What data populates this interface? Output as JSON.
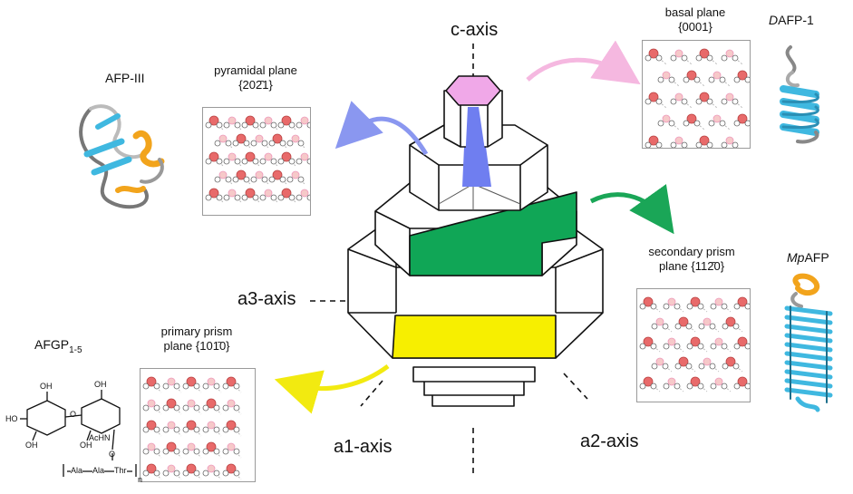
{
  "axes": {
    "c": "c-axis",
    "a1": "a1-axis",
    "a2": "a2-axis",
    "a3": "a3-axis"
  },
  "planes": {
    "basal": {
      "name": "basal plane",
      "index": "{0001}"
    },
    "pyramidal": {
      "name": "pyramidal plane",
      "index": "{202̄1}"
    },
    "secondary": {
      "name": "secondary prism",
      "name2": "plane",
      "index": "{112̄0}"
    },
    "primary": {
      "name": "primary prism",
      "name2": "plane",
      "index": "{101̄0}"
    }
  },
  "proteins": {
    "afp3": "AFP-III",
    "dafp_italic": "D",
    "dafp_rest": "AFP-1",
    "mpafp_italic": "Mp",
    "mpafp_rest": "AFP",
    "afgp_base": "AFGP",
    "afgp_sub": "1-5"
  },
  "afgp_structure": {
    "oh": "OH",
    "ho": "HO",
    "achn": "AcHN",
    "o": "O",
    "ala1": "Ala",
    "ala2": "Ala",
    "thr": "Thr",
    "n": "n"
  },
  "colors": {
    "basal_face": "#f0a8e8",
    "pyramidal_face": "#6f7ef0",
    "secondary_face": "#10a656",
    "primary_face": "#f7ef00",
    "arrow_pink": "#f5b8e0",
    "arrow_blue": "#8a97f0",
    "arrow_green": "#1aa657",
    "arrow_yellow": "#f2ea10",
    "oxygen": "#e86a6a",
    "ice_light": "#f6c9c9",
    "helix_cyan": "#3fb8e0",
    "helix_orange": "#f2a41c"
  }
}
